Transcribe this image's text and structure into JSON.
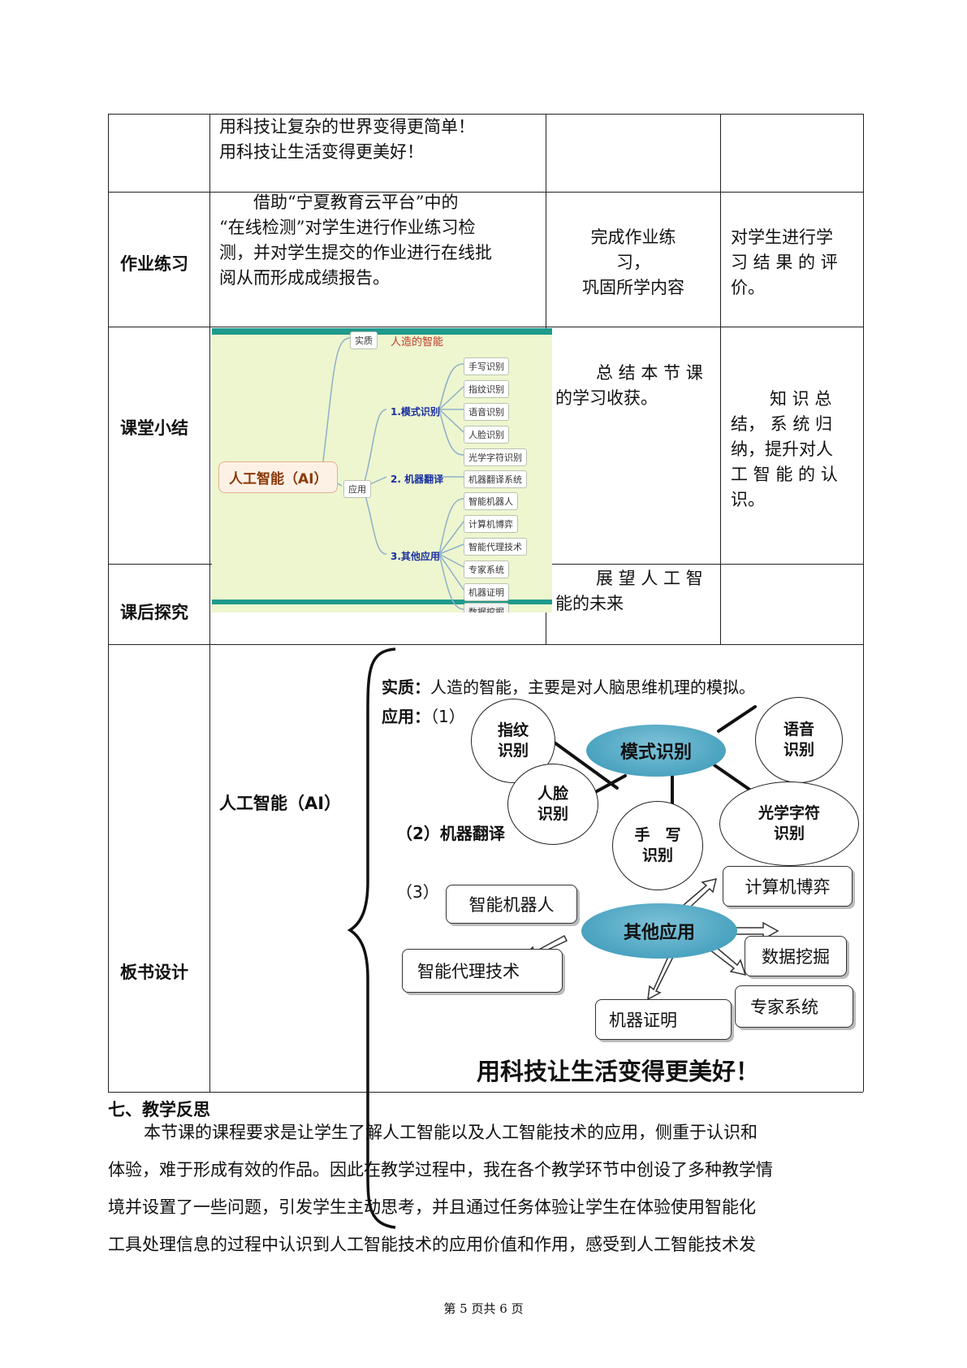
{
  "table": {
    "row0": {
      "content_lines": [
        "用科技让复杂的世界变得更简单！",
        "用科技让生活变得更美好！"
      ]
    },
    "homework": {
      "label": "作业练习",
      "teacher_lines": [
        "借助“宁夏教育云平台”中的",
        "“在线检测”对学生进行作业练习检",
        "测，并对学生提交的作业进行在线批",
        "阅从而形成成绩报告。"
      ],
      "student_lines": [
        "完成作业练",
        "习，",
        "巩固所学内容"
      ],
      "purpose_lines": [
        "对学生进行学",
        "习 结 果 的 评",
        "价。"
      ]
    },
    "summary": {
      "label": "课堂小结",
      "student_lines": [
        "总 结 本 节 课",
        "的学习收获。"
      ],
      "purpose_lines": [
        "知 识 总",
        "结， 系 统 归",
        "纳，提升对人",
        "工 智 能 的 认",
        "识。"
      ]
    },
    "explore": {
      "label": "课后探究",
      "student_lines": [
        "展 望 人 工 智",
        "能的未来"
      ]
    },
    "board": {
      "label": "板书设计",
      "topic": "人工智能（AI）",
      "essence_label": "实质：",
      "essence_text": "人造的智能，主要是对人脑思维机理的模拟。",
      "apply_label": "应用：",
      "item1": "（1）",
      "item2": "（2）机器翻译",
      "item3": "（3）",
      "pattern_center": "模式识别",
      "circle_fingerprint": "指纹\n识别",
      "circle_voice": "语音\n识别",
      "circle_face": "人脸\n识别",
      "circle_hand": "手　写\n识别",
      "circle_ocr": "光学字符\n识别",
      "other_center": "其他应用",
      "box_robot": "智能机器人",
      "box_chess": "计算机博弈",
      "box_agent": "智能代理技术",
      "box_mining": "数据挖掘",
      "box_proof": "机器证明",
      "box_expert": "专家系统",
      "slogan": "用科技让生活变得更美好！"
    }
  },
  "mindmap": {
    "root": "人工智能（AI）",
    "essence": "实质",
    "essence_value": "人造的智能",
    "apply": "应用",
    "branch1": "1.模式识别",
    "branch2": "2. 机器翻译",
    "branch3": "3.其他应用",
    "leaves1": [
      "手写识别",
      "指纹识别",
      "语音识别",
      "人脸识别",
      "光学字符识别"
    ],
    "leaf2": "机器翻译系统",
    "leaves3": [
      "智能机器人",
      "计算机博弈",
      "智能代理技术",
      "专家系统",
      "机器证明",
      "数据挖掘"
    ]
  },
  "reflection": {
    "heading": "七、教学反思",
    "lines": [
      "本节课的课程要求是让学生了解人工智能以及人工智能技术的应用，侧重于认识和",
      "体验，难于形成有效的作品。因此在教学过程中，我在各个教学环节中创设了多种教学情",
      "境并设置了一些问题，引发学生主动思考，并且通过任务体验让学生在体验使用智能化",
      "工具处理信息的过程中认识到人工智能技术的应用价值和作用，感受到人工智能技术发"
    ]
  },
  "footer": "第 5 页共 6 页"
}
